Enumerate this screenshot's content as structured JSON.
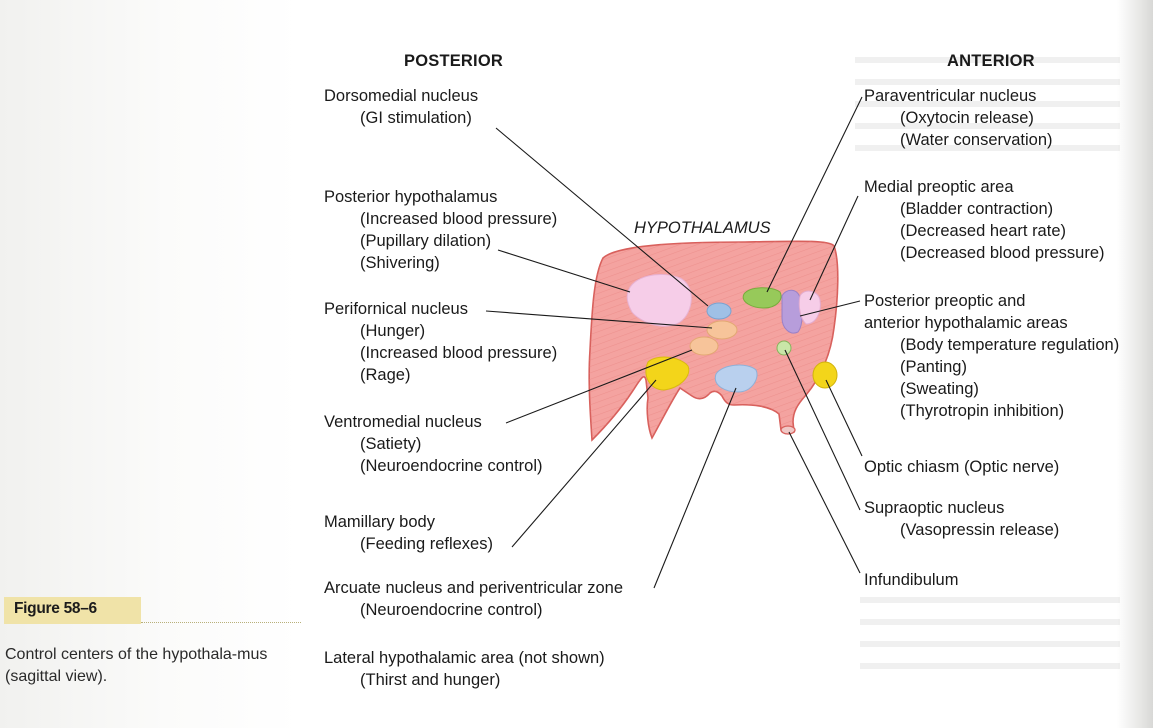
{
  "headings": {
    "posterior": "POSTERIOR",
    "anterior": "ANTERIOR",
    "hypothalamus": "HYPOTHALAMUS"
  },
  "left_labels": [
    {
      "name": "Dorsomedial nucleus",
      "notes": [
        "(GI stimulation)"
      ]
    },
    {
      "name": "Posterior hypothalamus",
      "notes": [
        "(Increased blood pressure)",
        "(Pupillary dilation)",
        "(Shivering)"
      ]
    },
    {
      "name": "Perifornical nucleus",
      "notes": [
        "(Hunger)",
        "(Increased blood pressure)",
        "(Rage)"
      ]
    },
    {
      "name": "Ventromedial nucleus",
      "notes": [
        "(Satiety)",
        "(Neuroendocrine control)"
      ]
    },
    {
      "name": "Mamillary body",
      "notes": [
        "(Feeding reflexes)"
      ]
    },
    {
      "name": "Arcuate nucleus and periventricular zone",
      "notes": [
        "(Neuroendocrine control)"
      ]
    },
    {
      "name": "Lateral hypothalamic area (not shown)",
      "notes": [
        "(Thirst and hunger)"
      ]
    }
  ],
  "right_labels": [
    {
      "name": "Paraventricular nucleus",
      "notes": [
        "(Oxytocin release)",
        "(Water conservation)"
      ]
    },
    {
      "name": "Medial preoptic area",
      "notes": [
        "(Bladder contraction)",
        "(Decreased heart rate)",
        "(Decreased blood pressure)"
      ]
    },
    {
      "name": "Posterior preoptic and",
      "name2": "anterior hypothalamic areas",
      "notes": [
        "(Body temperature regulation)",
        "(Panting)",
        "(Sweating)",
        "(Thyrotropin inhibition)"
      ]
    },
    {
      "name": "Optic chiasm (Optic nerve)",
      "notes": []
    },
    {
      "name": "Supraoptic nucleus",
      "notes": [
        "(Vasopressin release)"
      ]
    },
    {
      "name": "Infundibulum",
      "notes": []
    }
  ],
  "figure": {
    "number": "Figure 58–6",
    "caption": "Control centers of the hypothala-mus (sagittal view)."
  },
  "colors": {
    "hypothalamus_fill": "#f4a3a0",
    "hypothalamus_stroke": "#d8605c",
    "figure_box": "#f0e3a8",
    "nucleus_pink": "#f6cde8",
    "nucleus_blue": "#9fc0e6",
    "nucleus_peach": "#f7c49a",
    "nucleus_yellow": "#f3d51a",
    "nucleus_green": "#97c95a",
    "nucleus_purple": "#b79ddb",
    "nucleus_lightgreen": "#c9e6a8"
  }
}
